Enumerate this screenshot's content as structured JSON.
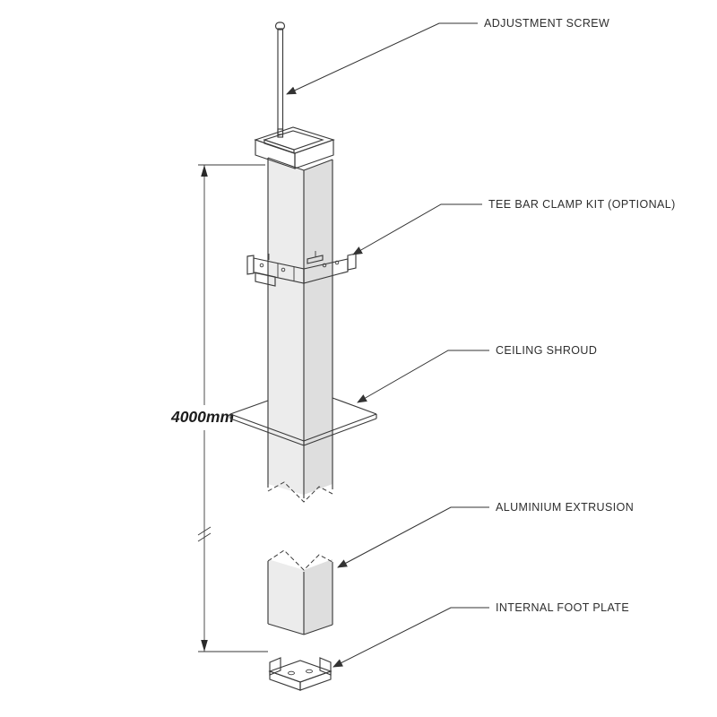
{
  "diagram": {
    "type": "isometric-assembly-drawing",
    "subject": "telescopic pole / aluminium extrusion assembly"
  },
  "labels": {
    "adjustment_screw": "ADJUSTMENT SCREW",
    "tee_bar_clamp": "TEE BAR CLAMP KIT (OPTIONAL)",
    "ceiling_shroud": "CEILING SHROUD",
    "aluminium_extrusion": "ALUMINIUM EXTRUSION",
    "internal_foot_plate": "INTERNAL FOOT PLATE"
  },
  "dimension": {
    "label": "4000mm"
  },
  "colors": {
    "background": "#ffffff",
    "line": "#3a3a3a",
    "fill_light": "#ececec",
    "fill_mid": "#dedede",
    "fill_dark": "#cfcfcf",
    "text": "#2e2e2e"
  }
}
